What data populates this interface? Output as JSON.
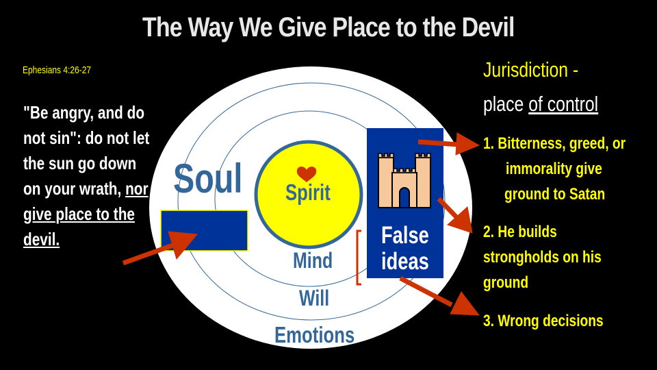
{
  "title": "The Way We Give Place to the Devil",
  "reference": "Ephesians 4:26-27",
  "quote": {
    "part1": "\"Be angry, and do not sin\": do not let the sun go down on your wrath, ",
    "underlined": "nor give place to the devil."
  },
  "jurisdiction": {
    "heading": "Jurisdiction -",
    "place_prefix": "place ",
    "place_underlined": "of control"
  },
  "points": [
    "1. Bitterness, greed, or",
    "immorality give",
    "ground to Satan",
    "2. He builds",
    "strongholds on his",
    "ground",
    "3. Wrong decisions"
  ],
  "diagram": {
    "soul": "Soul",
    "spirit": "Spirit",
    "mind": "Mind",
    "will": "Will",
    "emotions": "Emotions",
    "false_ideas_1": "False",
    "false_ideas_2": "ideas"
  },
  "colors": {
    "blue": "#003399",
    "ring": "#336699",
    "arrow": "#cc3300",
    "yellow": "#ffff00"
  }
}
